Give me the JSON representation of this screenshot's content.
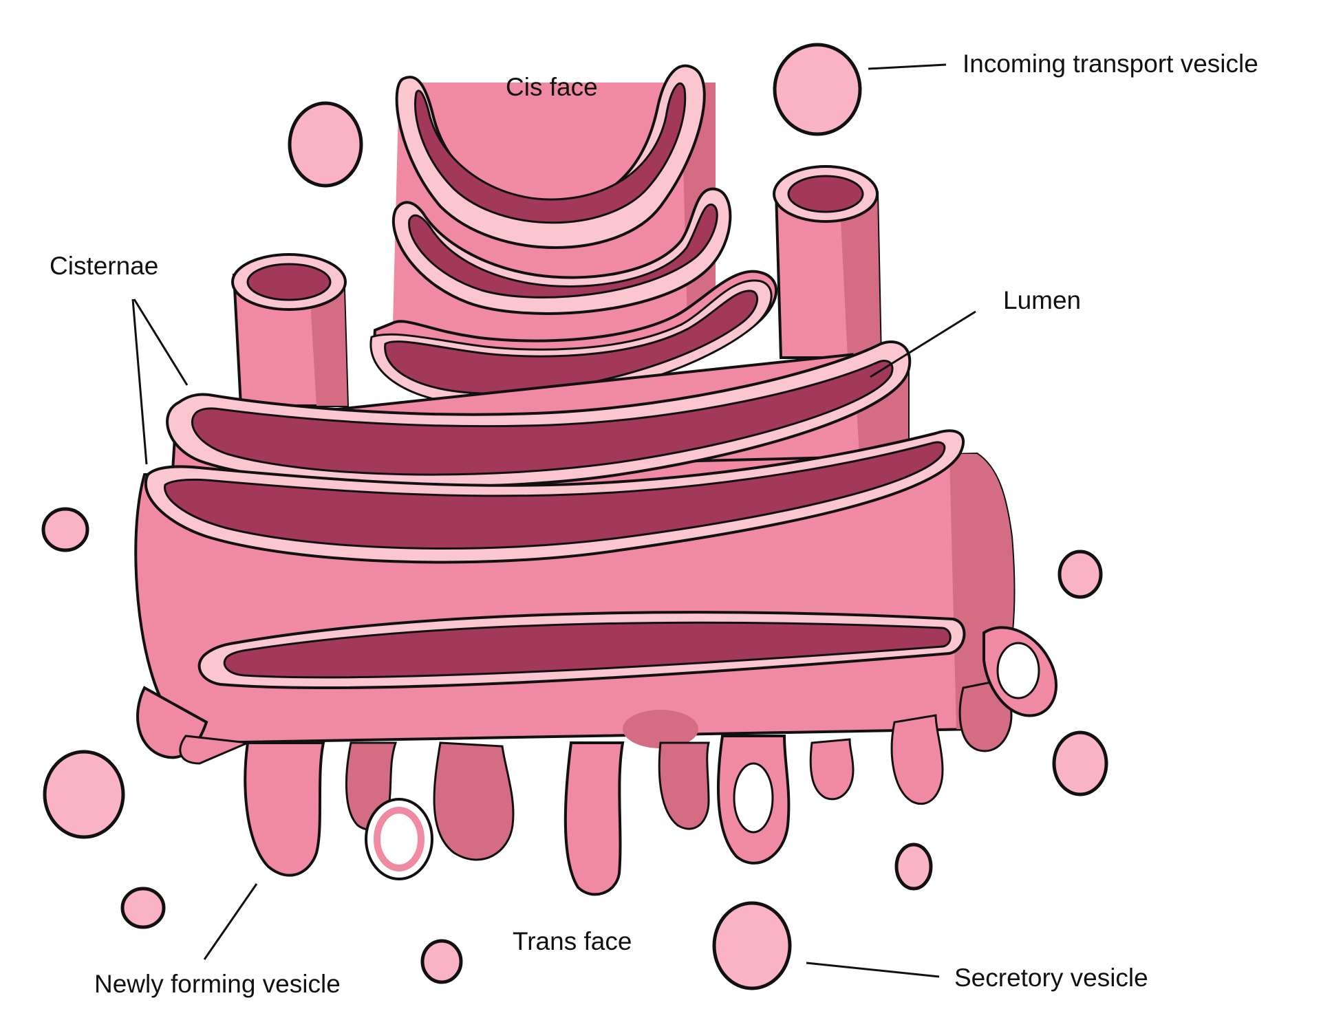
{
  "diagram": {
    "labels": {
      "cis_face": "Cis face",
      "incoming_transport_vesicle": "Incoming transport vesicle",
      "cisternae": "Cisternae",
      "lumen": "Lumen",
      "newly_forming_vesicle": "Newly forming vesicle",
      "trans_face": "Trans face",
      "secretory_vesicle": "Secretory vesicle"
    },
    "colors": {
      "membrane_outer": "#f08aa3",
      "membrane_shadow": "#d46c83",
      "membrane_rim": "#fcc6d1",
      "lumen": "#a3395a",
      "vesicle_fill": "#f9b3c4",
      "outline": "#111111"
    }
  }
}
